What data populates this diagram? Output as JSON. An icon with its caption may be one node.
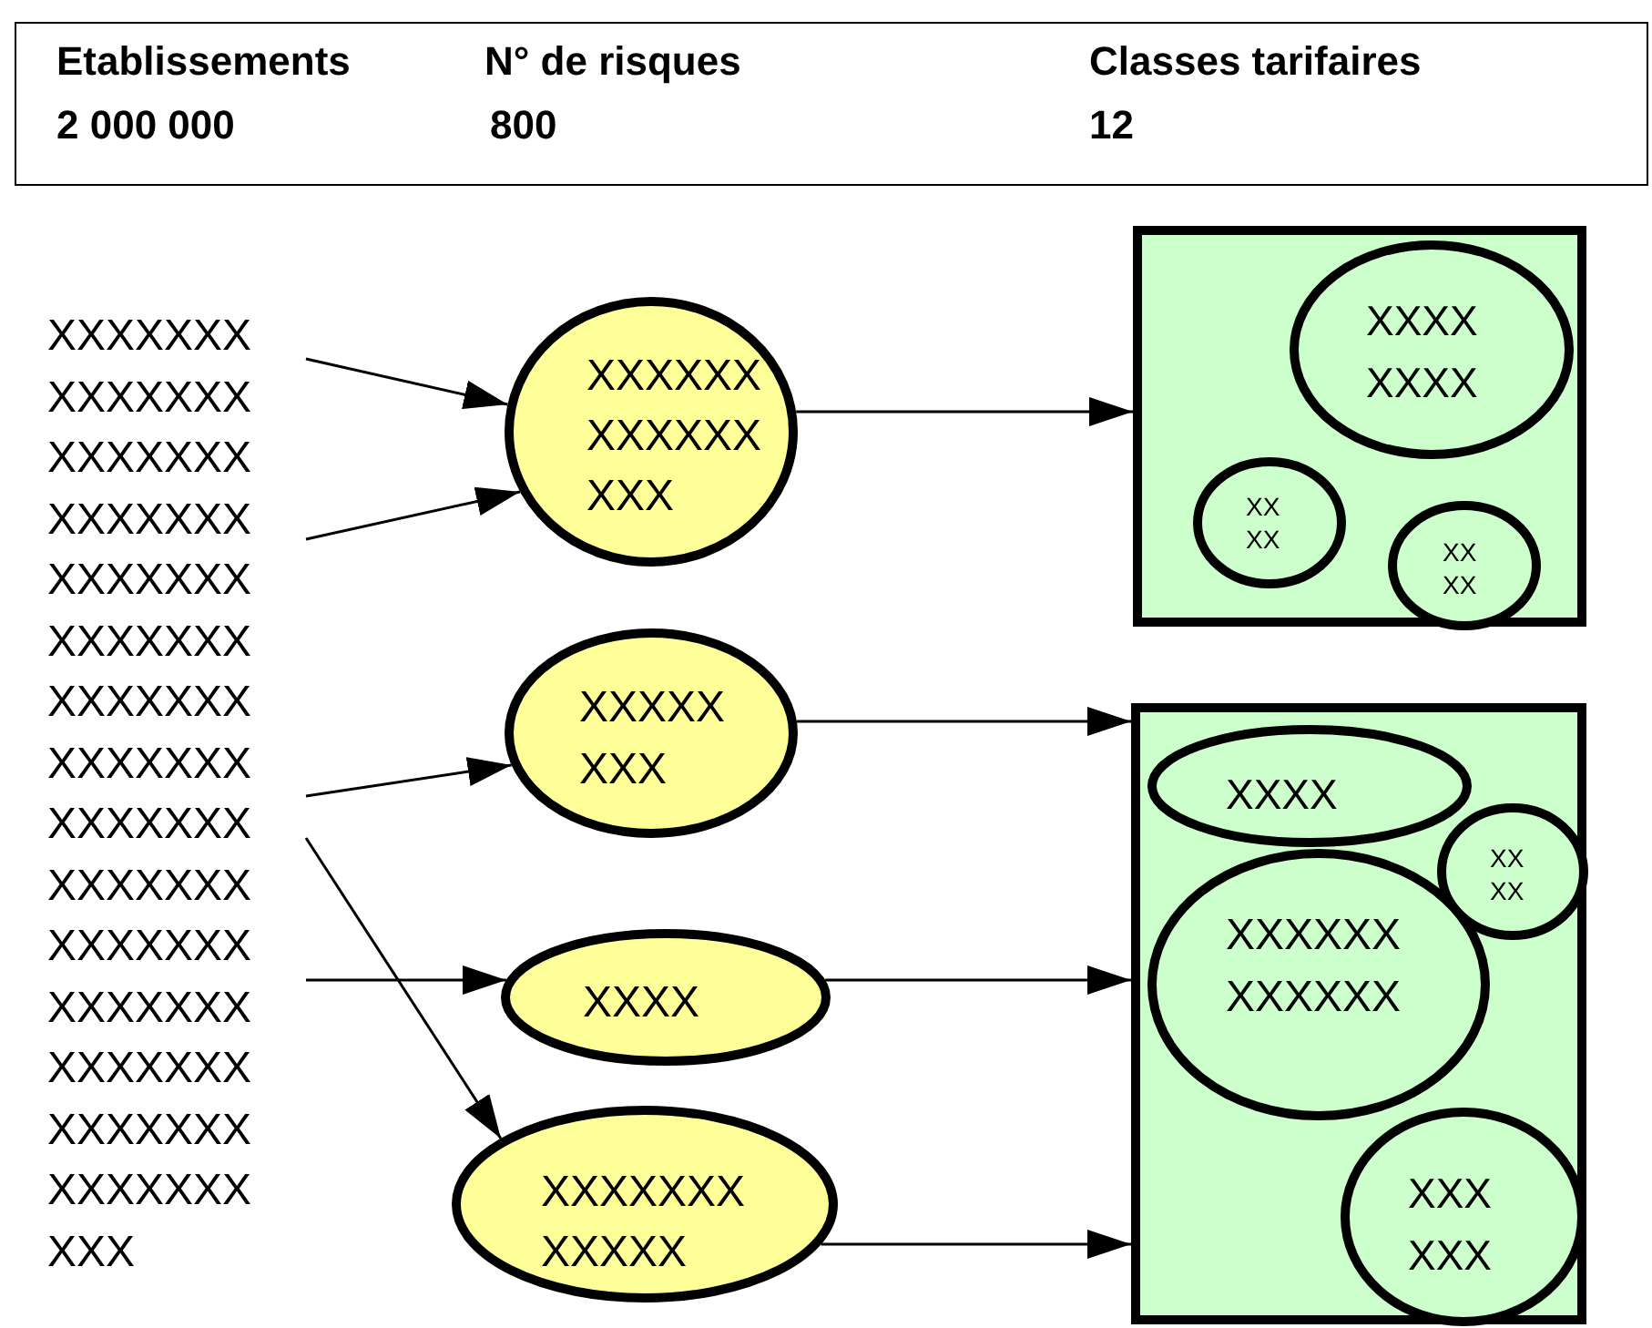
{
  "diagram": {
    "nodes": [
      {
        "text": [
          "Etablissements",
          "2 000 000",
          "N° de risques",
          "800",
          "Classes tarifaires",
          "12"
        ]
      },
      {
        "text": [
          "XXXXXXX XXXXXXX XXXXXXX XXXXXXX XXXXXXX XXXXXXX XXXXXXX XXXXXXX XXXXXXX XXXXXXX XXXXXXX XXXXXXX XXXXXXX XXXXXXX XXXXXXX XXX"
        ]
      },
      {
        "text": [
          "XXXXXX XXXXXX XXX"
        ]
      },
      {
        "text": [
          "XXXXX XXX"
        ]
      },
      {
        "text": [
          "XXXX"
        ]
      },
      {
        "text": [
          "XXXXXXX XXXXX"
        ]
      },
      {
        "text": [],
        "shape": "box"
      },
      {
        "text": [
          "XXXX XXXX"
        ],
        "in": 6
      },
      {
        "text": [
          "XX XX"
        ],
        "in": 6
      },
      {
        "text": [
          "XX XX"
        ],
        "in": 6
      },
      {
        "text": [],
        "shape": "box"
      },
      {
        "text": [
          "XXXX"
        ],
        "in": 10
      },
      {
        "text": [
          "XX XX"
        ],
        "in": 10
      },
      {
        "text": [
          "XXXXXX XXXXXX"
        ],
        "in": 10
      },
      {
        "text": [
          "XXX XXX"
        ],
        "in": 10
      }
    ],
    "edges": [
      {
        "from": 1,
        "to": 2,
        "arrow": "to"
      },
      {
        "from": 1,
        "to": 2,
        "arrow": "to"
      },
      {
        "from": 1,
        "to": 3,
        "arrow": "to"
      },
      {
        "from": 1,
        "to": 4,
        "arrow": "to"
      },
      {
        "from": 1,
        "to": 5,
        "arrow": "to"
      },
      {
        "from": 2,
        "to": 6,
        "arrow": "to"
      },
      {
        "from": 3,
        "to": 10,
        "arrow": "to"
      },
      {
        "from": 4,
        "to": 10,
        "arrow": "to"
      },
      {
        "from": 5,
        "to": 10,
        "arrow": "to"
      }
    ]
  }
}
